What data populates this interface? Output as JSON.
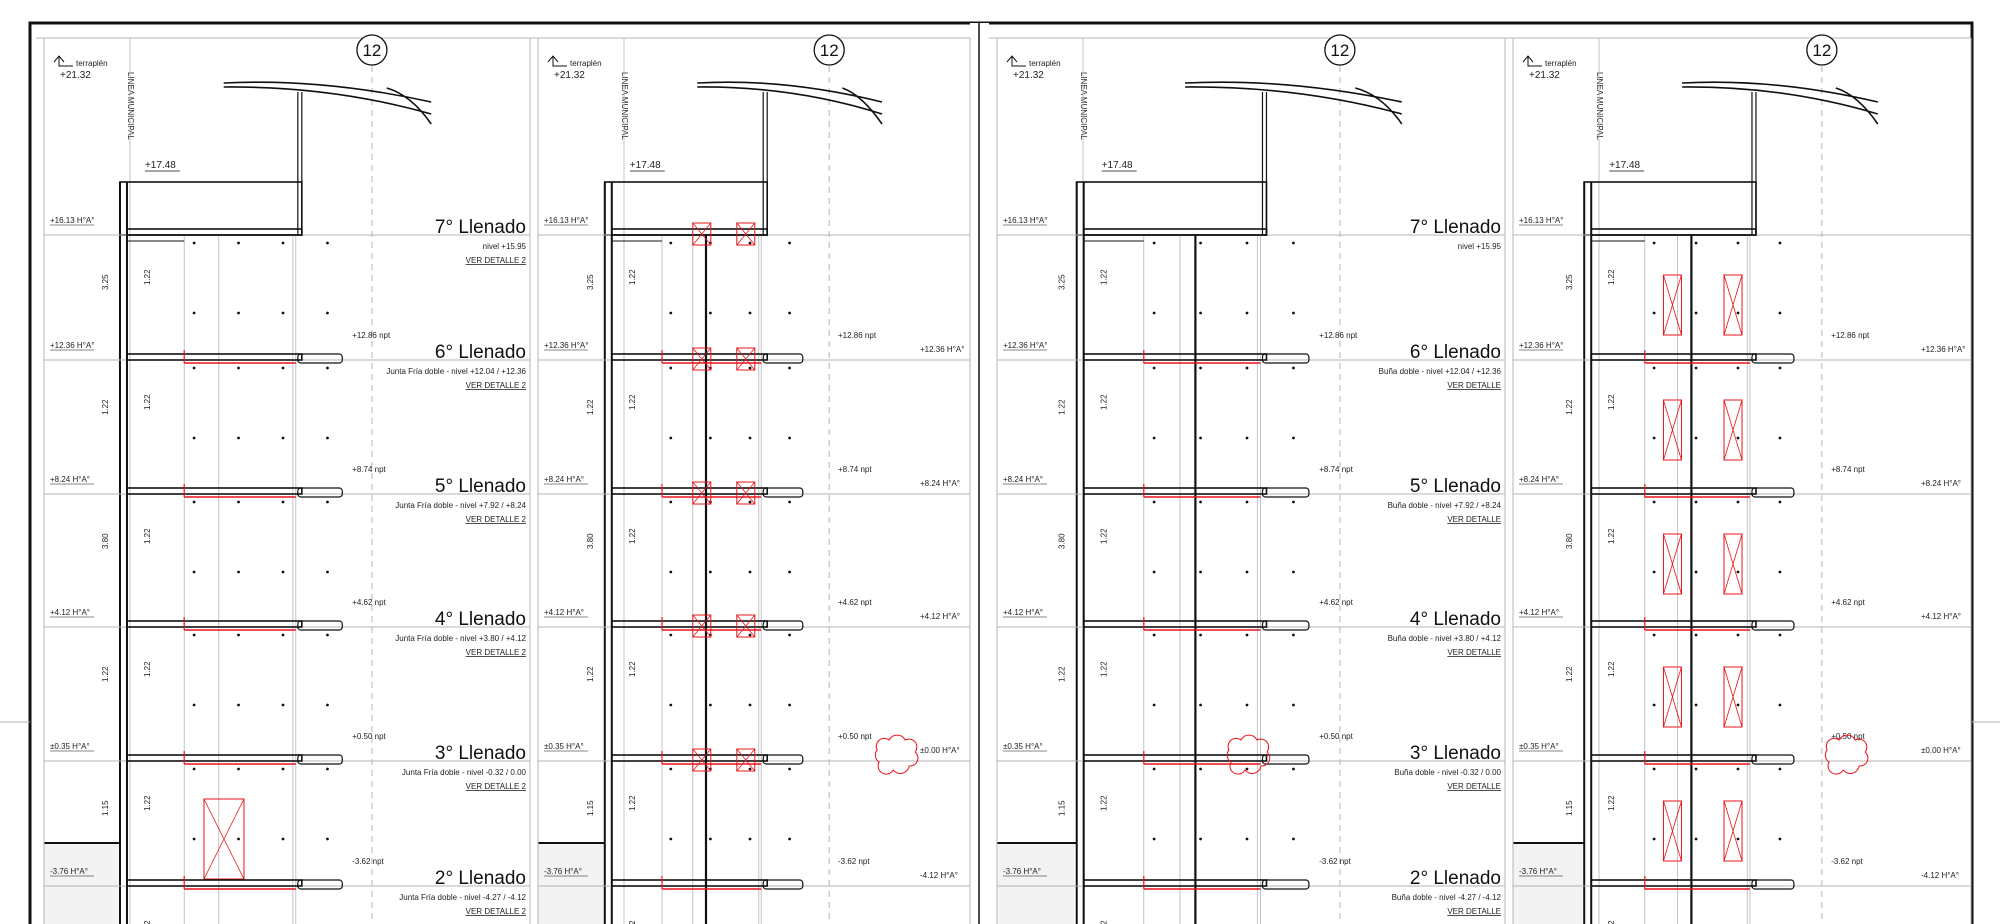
{
  "drawing": {
    "grid_axis": "12",
    "top_level": "+21.32",
    "top_level_tag": "terraplén",
    "municipal_line": "LINEA MUNICIPAL",
    "roof_level": "+17.48",
    "colors": {
      "line": "#111111",
      "accent": "#e8141b",
      "light": "#b5b5b5"
    },
    "floors": [
      {
        "label": "7° Llenado",
        "left_level": "+16.13 H°A°",
        "npt": "",
        "right_level": ""
      },
      {
        "label": "6° Llenado",
        "left_level": "+12.36 H°A°",
        "npt": "+12.86 npt",
        "right_level": "+12.36 H°A°"
      },
      {
        "label": "5° Llenado",
        "left_level": "+8.24 H°A°",
        "npt": "+8.74 npt",
        "right_level": "+8.24 H°A°"
      },
      {
        "label": "4° Llenado",
        "left_level": "+4.12 H°A°",
        "npt": "+4.62 npt",
        "right_level": "+4.12 H°A°"
      },
      {
        "label": "3° Llenado",
        "left_level": "±0.35 H°A°",
        "npt": "+0.50 npt",
        "right_level": "±0.00 H°A°"
      },
      {
        "label": "2° Llenado",
        "left_level": "-3.76 H°A°",
        "npt": "-3.62 npt",
        "right_level": "-4.12 H°A°"
      }
    ],
    "notes_a": [
      [
        "nivel +15.95",
        "VER DETALLE 2"
      ],
      [
        "Junta Fría doble - nivel +12.04 / +12.36",
        "VER DETALLE 2"
      ],
      [
        "Junta Fría doble - nivel +7.92 / +8.24",
        "VER DETALLE 2"
      ],
      [
        "Junta Fría doble - nivel +3.80 / +4.12",
        "VER DETALLE 2"
      ],
      [
        "Junta Fría doble - nivel -0.32 / 0.00",
        "VER DETALLE 2"
      ],
      [
        "Junta Fría doble - nivel -4.27 / -4.12",
        "VER DETALLE 2"
      ]
    ],
    "notes_b": [
      [
        "nivel +15.95",
        ""
      ],
      [
        "Buña doble - nivel +12.04 / +12.36",
        "VER DETALLE"
      ],
      [
        "Buña doble - nivel +7.92 / +8.24",
        "VER DETALLE"
      ],
      [
        "Buña doble - nivel +3.80 / +4.12",
        "VER DETALLE"
      ],
      [
        "Buña doble - nivel -0.32 / 0.00",
        "VER DETALLE"
      ],
      [
        "Buña doble - nivel -4.27 / -4.12",
        "VER DETALLE"
      ]
    ],
    "dims": [
      "3.25",
      "1.22",
      "3.80",
      "1.22",
      "1.15"
    ]
  }
}
